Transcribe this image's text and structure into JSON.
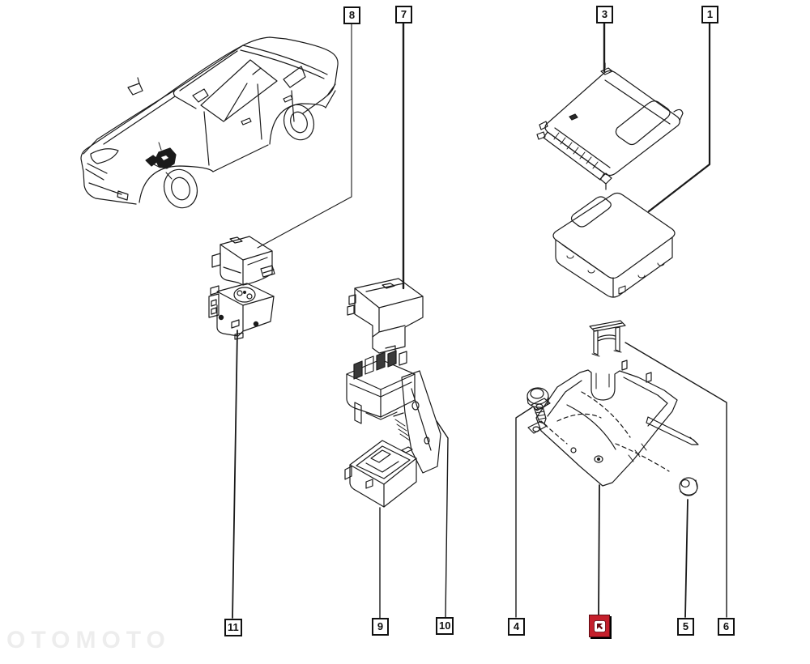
{
  "diagram": {
    "background": "#ffffff",
    "line_color": "#1a1a1a",
    "watermark": "OTOMOTO",
    "callouts": [
      {
        "label": "8"
      },
      {
        "label": "7"
      },
      {
        "label": "3"
      },
      {
        "label": "1"
      },
      {
        "label": "11"
      },
      {
        "label": "9"
      },
      {
        "label": "10"
      },
      {
        "label": "4"
      },
      {
        "label": "5"
      },
      {
        "label": "6"
      }
    ],
    "selected_marker": {
      "color": "#c5202c",
      "shadow_color": "#000000",
      "icon": "cursor-arrow-icon"
    }
  }
}
